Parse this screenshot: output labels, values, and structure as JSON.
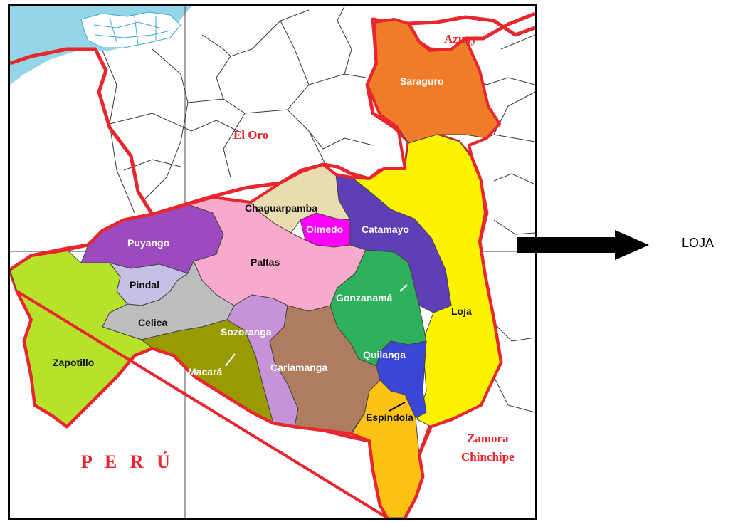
{
  "map": {
    "regions": {
      "azuay": "Azuay",
      "el_oro": "El Oro",
      "peru": "P E R Ú",
      "zamora_line1": "Zamora",
      "zamora_line2": "Chinchipe"
    },
    "cantons": {
      "saraguro": "Saraguro",
      "chaguarpamba": "Chaguarpamba",
      "olmedo": "Olmedo",
      "catamayo": "Catamayo",
      "puyango": "Puyango",
      "paltas": "Paltas",
      "pindal": "Pindal",
      "gonzanama": "Gonzanamá",
      "loja": "Loja",
      "celica": "Celica",
      "sozoranga": "Sozoranga",
      "zapotillo": "Zapotillo",
      "macara": "Macará",
      "cariamanga": "Cariamanga",
      "quilanga": "Quilanga",
      "espindola": "Espíndola"
    },
    "colors": {
      "saraguro": "#f07c2a",
      "loja": "#fdf200",
      "catamayo": "#5f3fb5",
      "chaguarpamba": "#e9ddb0",
      "olmedo": "#ff00ff",
      "puyango": "#9b4bbd",
      "paltas": "#f7aacb",
      "pindal": "#c6bfe6",
      "celica": "#bdbdbd",
      "zapotillo": "#b7e22a",
      "macara": "#999a00",
      "sozoranga": "#c793d8",
      "cariamanga": "#b07c5f",
      "gonzanama": "#2fb05c",
      "quilanga": "#3b46d6",
      "espindola": "#fcc214",
      "province_border": "#e8262d",
      "sea": "#94d5e8"
    }
  },
  "callout": {
    "label": "LOJA"
  }
}
